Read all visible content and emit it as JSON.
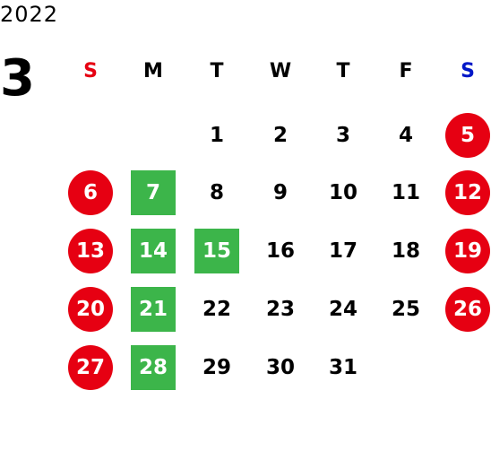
{
  "calendar": {
    "year": "2022",
    "month": "3",
    "weekdays": [
      {
        "label": "S",
        "color": "#e60012"
      },
      {
        "label": "M",
        "color": "#000000"
      },
      {
        "label": "T",
        "color": "#000000"
      },
      {
        "label": "W",
        "color": "#000000"
      },
      {
        "label": "T",
        "color": "#000000"
      },
      {
        "label": "F",
        "color": "#000000"
      },
      {
        "label": "S",
        "color": "#0018c8"
      }
    ],
    "colors": {
      "holiday_circle": "#e60012",
      "highlight_square": "#3cb54a",
      "marked_text": "#ffffff",
      "plain_text": "#000000"
    },
    "weeks": [
      [
        null,
        null,
        {
          "day": "1"
        },
        {
          "day": "2"
        },
        {
          "day": "3"
        },
        {
          "day": "4"
        },
        {
          "day": "5",
          "mark": "circle"
        }
      ],
      [
        {
          "day": "6",
          "mark": "circle"
        },
        {
          "day": "7",
          "mark": "square"
        },
        {
          "day": "8"
        },
        {
          "day": "9"
        },
        {
          "day": "10"
        },
        {
          "day": "11"
        },
        {
          "day": "12",
          "mark": "circle"
        }
      ],
      [
        {
          "day": "13",
          "mark": "circle"
        },
        {
          "day": "14",
          "mark": "square"
        },
        {
          "day": "15",
          "mark": "square"
        },
        {
          "day": "16"
        },
        {
          "day": "17"
        },
        {
          "day": "18"
        },
        {
          "day": "19",
          "mark": "circle"
        }
      ],
      [
        {
          "day": "20",
          "mark": "circle"
        },
        {
          "day": "21",
          "mark": "square"
        },
        {
          "day": "22"
        },
        {
          "day": "23"
        },
        {
          "day": "24"
        },
        {
          "day": "25"
        },
        {
          "day": "26",
          "mark": "circle"
        }
      ],
      [
        {
          "day": "27",
          "mark": "circle"
        },
        {
          "day": "28",
          "mark": "square"
        },
        {
          "day": "29"
        },
        {
          "day": "30"
        },
        {
          "day": "31"
        },
        null,
        null
      ]
    ]
  }
}
